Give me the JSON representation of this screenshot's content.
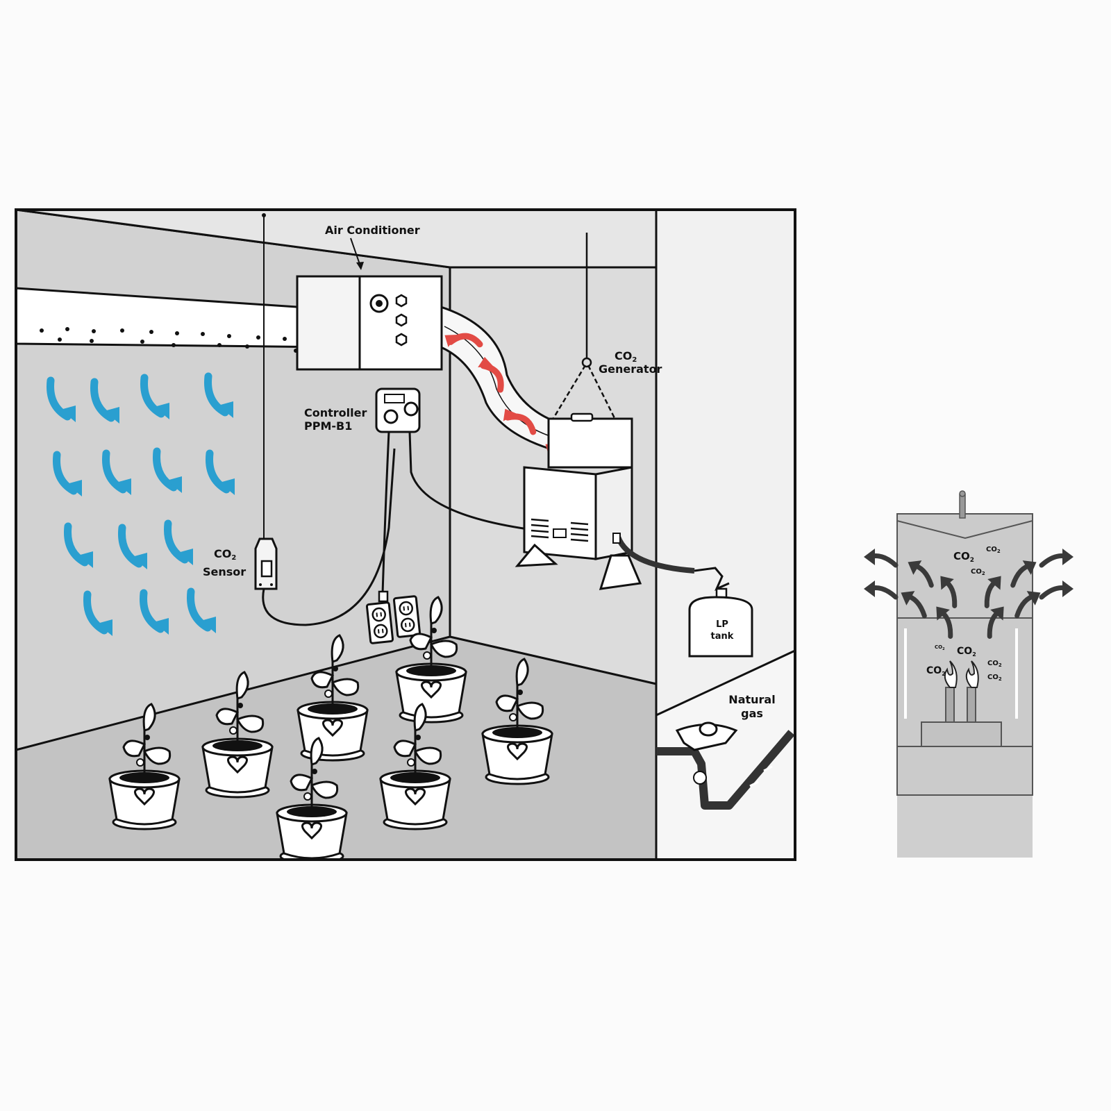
{
  "labels": {
    "air_conditioner": "Air Conditioner",
    "co2_generator_line1": "CO",
    "co2_generator_line2": "Generator",
    "controller_line1": "Controller",
    "controller_line2": "PPM-B1",
    "co2_sensor_line1": "CO",
    "co2_sensor_line2": "Sensor",
    "lp_tank_line1": "LP",
    "lp_tank_line2": "tank",
    "natural_gas_line1": "Natural",
    "natural_gas_line2": "gas",
    "subscript_2": "2"
  },
  "generator_detail": {
    "co2_texts": [
      "CO",
      "CO",
      "CO",
      "CO",
      "CO",
      "CO",
      "CO",
      "CO"
    ]
  },
  "colors": {
    "wall": "#d4d4d4",
    "wall_light": "#e6e6e6",
    "floor": "#c3c3c3",
    "outline": "#111111",
    "cool_arrow": "#2a9fd0",
    "warm_arrow": "#e24b45",
    "exhaust_arrow": "#3a3a3a",
    "generator_body": "#cfcfcf"
  },
  "icons": {
    "cool_air_arrows": "curved-down-arrow-icon",
    "warm_air_arrows": "curved-arrow-icon",
    "plants": "potted-plant-icon",
    "outlets": "wall-outlet-icon",
    "flames": "flame-icon"
  }
}
